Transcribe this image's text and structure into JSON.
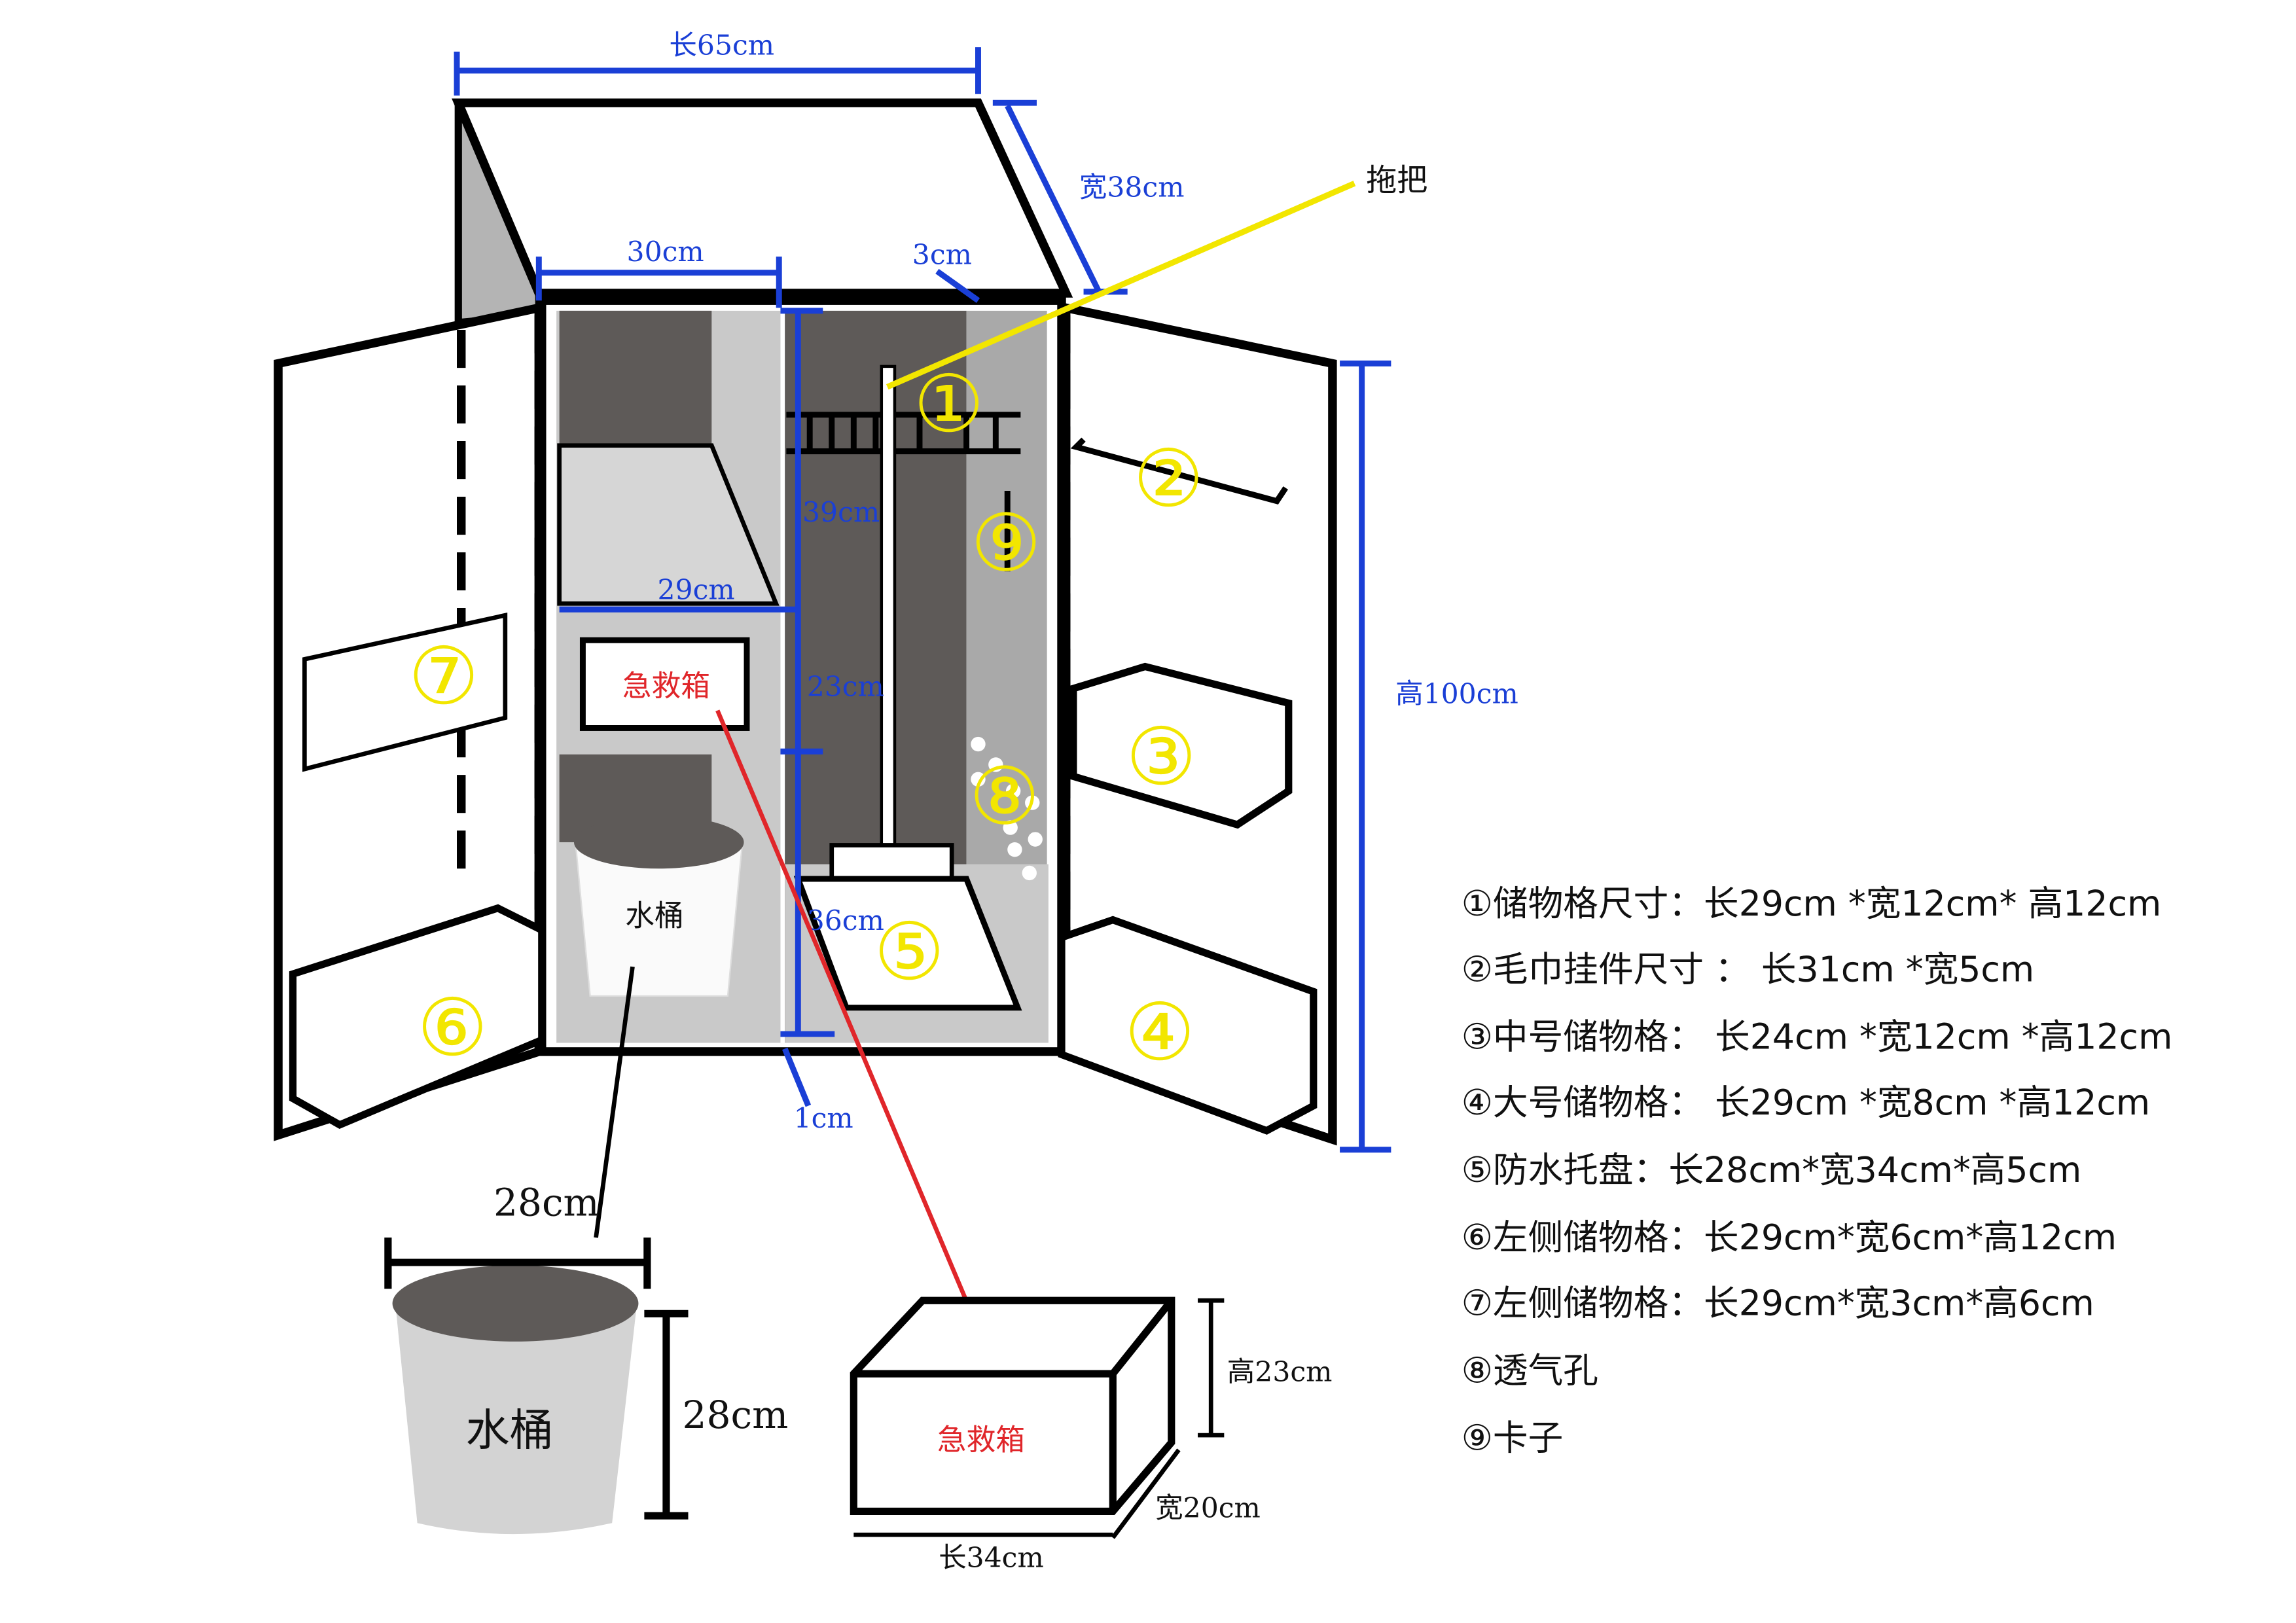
{
  "dimensions": {
    "length_total": "长65cm",
    "width_total": "宽38cm",
    "height_total": "高100cm",
    "left_width": "30cm",
    "divider": "3cm",
    "shelf_width": "29cm",
    "upper_height": "39cm",
    "middle_height": "23cm",
    "lower_height": "36cm",
    "bottom_gap": "1cm"
  },
  "labels": {
    "mop": "拖把",
    "first_aid": "急救箱",
    "bucket": "水桶"
  },
  "markers": [
    "①",
    "②",
    "③",
    "④",
    "⑤",
    "⑥",
    "⑦",
    "⑧",
    "⑨"
  ],
  "bucket_detail": {
    "label": "水桶",
    "diameter": "28cm",
    "height": "28cm"
  },
  "first_aid_detail": {
    "label": "急救箱",
    "height": "高23cm",
    "width": "宽20cm",
    "length": "长34cm"
  },
  "legend": [
    "①储物格尺寸：长29cm *宽12cm* 高12cm",
    "②毛巾挂件尺寸 ： 长31cm *宽5cm",
    "③中号储物格： 长24cm *宽12cm *高12cm",
    "④大号储物格： 长29cm *宽8cm *高12cm",
    "⑤防水托盘：长28cm*宽34cm*高5cm",
    "⑥左侧储物格：长29cm*宽6cm*高12cm",
    "⑦左侧储物格：长29cm*宽3cm*高6cm",
    "⑧透气孔",
    "⑨卡子"
  ],
  "colors": {
    "dimension": "#1a3fd6",
    "marker": "#f2e600",
    "pointer_red": "#e0262a"
  }
}
